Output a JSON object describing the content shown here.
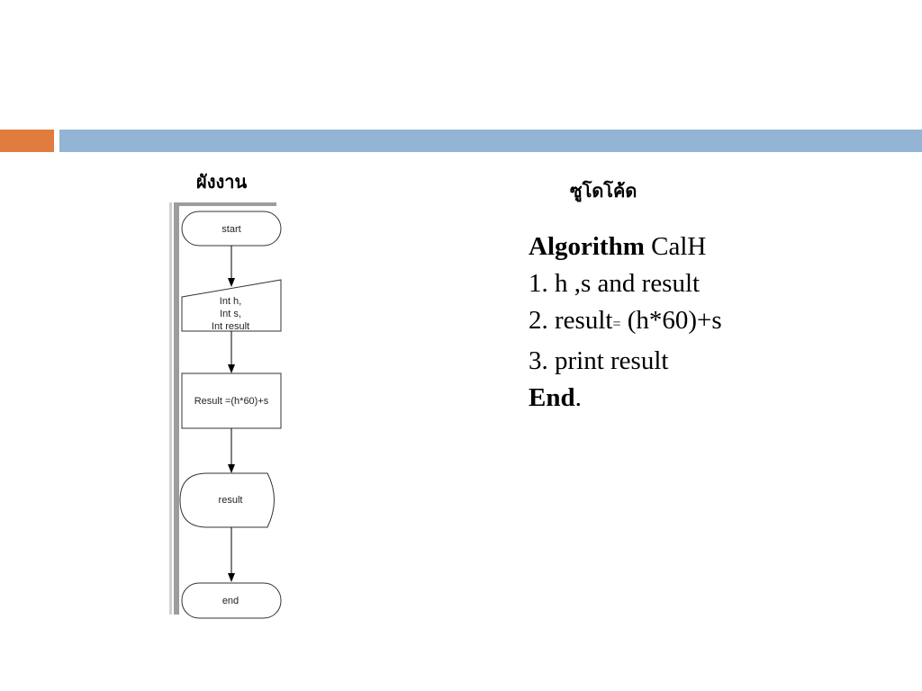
{
  "flowchart": {
    "heading": "ผังงาน",
    "nodes": {
      "start": "start",
      "input_line1": "Int h,",
      "input_line2": "Int s,",
      "input_line3": "Int result",
      "process": "Result =(h*60)+s",
      "output": "result",
      "end": "end"
    }
  },
  "pseudocode": {
    "heading": "ซูโดโค้ด",
    "line0_keyword": "Algorithm",
    "line0_name": " CalH",
    "line1_num": "1.",
    "line1_text": " h ,s and result",
    "line2_num": "2.",
    "line2_text_a": " result",
    "line2_eq": "=",
    "line2_text_b": " (h*60)+s",
    "line3_num": "3.",
    "line3_text": " print result",
    "line4_keyword": "End",
    "line4_dot": "."
  },
  "colors": {
    "accent_orange": "#e07c3e",
    "accent_blue": "#93b4d4"
  }
}
